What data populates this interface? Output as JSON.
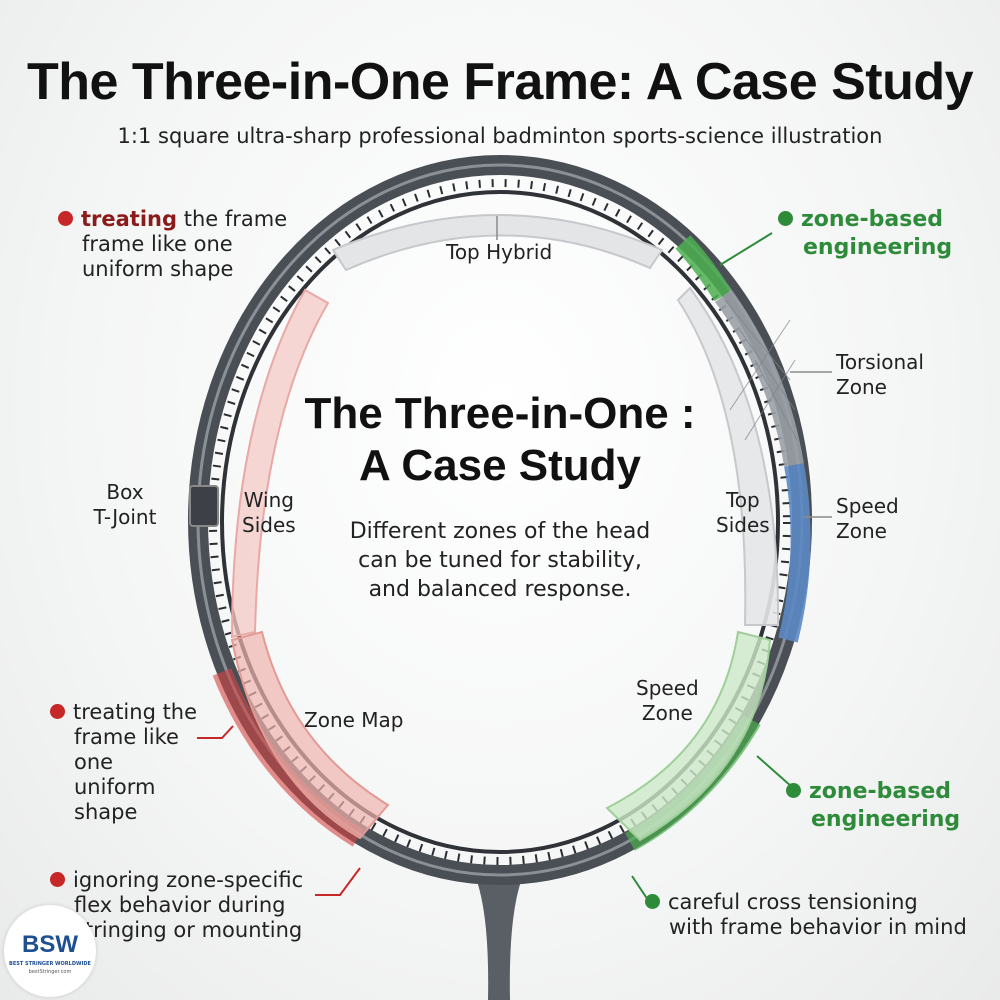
{
  "title": "The Three-in-One Frame: A Case Study",
  "subtitle": "1:1 square ultra-sharp professional badminton sports-science illustration",
  "center": {
    "title_line1": "The Three-in-One :",
    "title_line2": "A Case Study",
    "desc_line1": "Different zones of the head",
    "desc_line2": "can be tuned for stability,",
    "desc_line3": "and balanced response."
  },
  "zones": {
    "top_hybrid": "Top Hybrid",
    "wing_sides_1": "Wing",
    "wing_sides_2": "Sides",
    "top_sides_1": "Top",
    "top_sides_2": "Sides",
    "speed_zone_inner_1": "Speed",
    "speed_zone_inner_2": "Zone",
    "zone_map": "Zone Map"
  },
  "callouts": {
    "box_tjoint_1": "Box",
    "box_tjoint_2": "T-Joint",
    "torsional_1": "Torsional",
    "torsional_2": "Zone",
    "speed_right_1": "Speed",
    "speed_right_2": "Zone"
  },
  "notes": {
    "bad1_highlight": "treating",
    "bad1_rest_line1": " the frame",
    "bad1_line2": "frame like one",
    "bad1_line3": "uniform shape",
    "good1_line1": "zone-based",
    "good1_line2": "engineering",
    "bad2_line1": "treating the",
    "bad2_line2": "frame like",
    "bad2_line3": "one",
    "bad2_line4": "uniform",
    "bad2_line5": "shape",
    "good2_line1": "zone-based",
    "good2_line2": "engineering",
    "bad3_line1": "ignoring zone-specific",
    "bad3_line2": "flex behavior during",
    "bad3_line3": "stringing or mounting",
    "good3_line1": "careful cross tensioning",
    "good3_line2": "with frame behavior in mind"
  },
  "logo": {
    "main": "BSW",
    "sub1": "BEST STRINGER WORLDWIDE",
    "sub2": "bestStringer.com"
  },
  "colors": {
    "bad": "#c62828",
    "good": "#2e8b3a",
    "speed_blue": "#5b88c4",
    "frame": "#4a4f55"
  }
}
